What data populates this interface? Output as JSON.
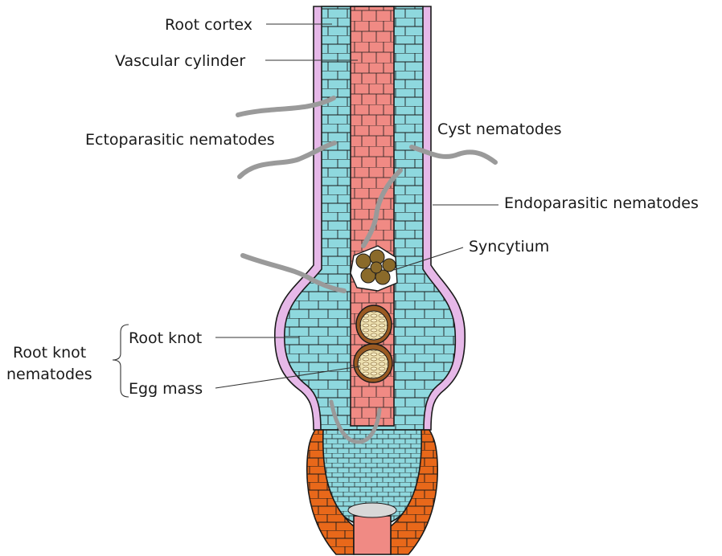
{
  "labels": {
    "root_cortex": "Root cortex",
    "vascular_cylinder": "Vascular cylinder",
    "ectoparasitic": "Ectoparasitic nematodes",
    "cyst": "Cyst nematodes",
    "endoparasitic": "Endoparasitic nematodes",
    "syncytium": "Syncytium",
    "root_knot": "Root knot",
    "root_knot_nematodes_line1": "Root knot",
    "root_knot_nematodes_line2": "nematodes",
    "egg_mass": "Egg mass"
  },
  "colors": {
    "cortex": "#8ed8de",
    "epidermis": "#e6b8e8",
    "vascular": "#f08a84",
    "root_cap": "#e8681a",
    "nematode": "#9a9a9a",
    "egg_fill": "#ede0b0",
    "gall_brown": "#9a5a22"
  }
}
